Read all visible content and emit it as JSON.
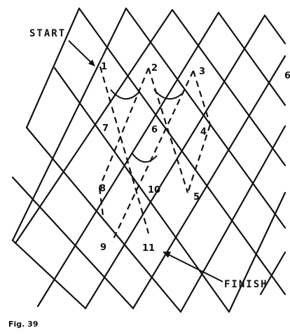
{
  "diagram": {
    "start_label": "START",
    "finish_label": "FINISH",
    "figure_caption": "Fig. 39",
    "edge_mark": "6",
    "points": [
      {
        "id": "1",
        "label": "1"
      },
      {
        "id": "2",
        "label": "2"
      },
      {
        "id": "3",
        "label": "3"
      },
      {
        "id": "4",
        "label": "4"
      },
      {
        "id": "5",
        "label": "5"
      },
      {
        "id": "6",
        "label": "6"
      },
      {
        "id": "7",
        "label": "7"
      },
      {
        "id": "8",
        "label": "8"
      },
      {
        "id": "9",
        "label": "9"
      },
      {
        "id": "10",
        "label": "10"
      },
      {
        "id": "11",
        "label": "11"
      }
    ]
  }
}
